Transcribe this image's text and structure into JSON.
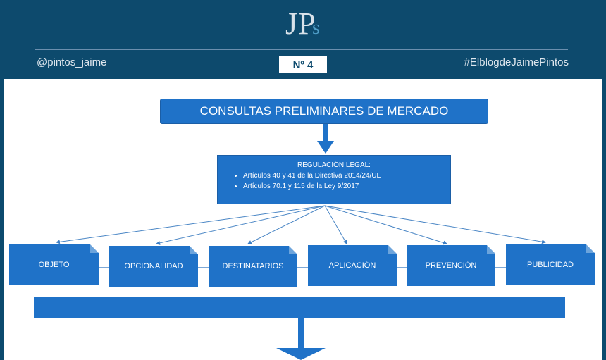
{
  "header": {
    "logo": {
      "j": "J",
      "p": "P",
      "s": "s"
    },
    "handle": "@pintos_jaime",
    "number_box": "Nº 4",
    "hashtag": "#ElblogdeJaimePintos"
  },
  "diagram": {
    "title": "CONSULTAS PRELIMINARES DE MERCADO",
    "regulation": {
      "heading": "REGULACIÓN LEGAL:",
      "items": [
        "Artículos 40 y 41 de la Directiva 2014/24/UE",
        "Artículos 70.1 y 115 de la Ley 9/2017"
      ]
    },
    "cards": [
      "OBJETO",
      "OPCIONALIDAD",
      "DESTINATARIOS",
      "APLICACIÓN",
      "PREVENCIÓN",
      "PUBLICIDAD"
    ],
    "bottom_bar_text": ""
  },
  "colors": {
    "header_bg": "#0d4a6d",
    "box_blue": "#1f72c8",
    "connector": "#7da8d6"
  }
}
